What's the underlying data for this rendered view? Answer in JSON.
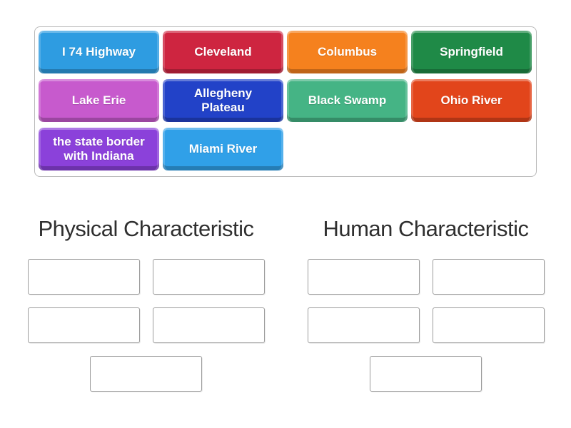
{
  "activity": {
    "type_label": "group-sort",
    "background_color": "#ffffff"
  },
  "tile_bank": {
    "tiles": [
      {
        "label": "I 74 Highway",
        "color": "#2E9CE1"
      },
      {
        "label": "Cleveland",
        "color": "#CE2540"
      },
      {
        "label": "Columbus",
        "color": "#F5811E"
      },
      {
        "label": "Springfield",
        "color": "#1F8A47"
      },
      {
        "label": "Lake Erie",
        "color": "#C75ACD"
      },
      {
        "label": "Allegheny Plateau",
        "color": "#2242C8"
      },
      {
        "label": "Black Swamp",
        "color": "#45B485"
      },
      {
        "label": "Ohio River",
        "color": "#E2451B"
      },
      {
        "label": "the state border with Indiana",
        "color": "#8B41DA"
      },
      {
        "label": "Miami River",
        "color": "#30A0E8"
      }
    ]
  },
  "groups": [
    {
      "title": "Physical Characteristic",
      "slot_count": 5
    },
    {
      "title": "Human Characteristic",
      "slot_count": 5
    }
  ],
  "colors": {
    "tile_text": "#ffffff",
    "bank_border": "#b9b9b9",
    "slot_border": "#9c9c9c",
    "header_text": "#2f2f2f"
  }
}
